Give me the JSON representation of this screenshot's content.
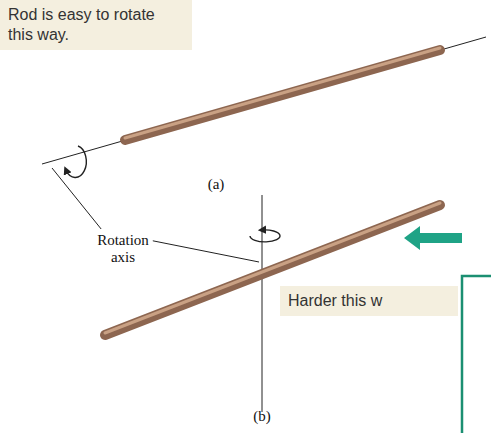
{
  "diagram": {
    "nodes": [
      {
        "text": [
          "Rod is easy to rotate this way."
        ]
      },
      {
        "text": [
          "Harder this w"
        ]
      }
    ],
    "labels": [
      "(a)",
      "Rotation axis",
      "(b)"
    ]
  }
}
